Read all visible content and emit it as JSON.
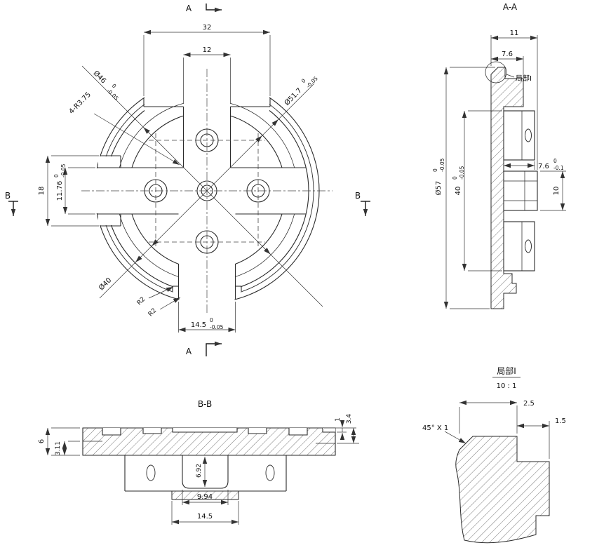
{
  "front": {
    "marker_top": "A",
    "marker_bottom": "A",
    "marker_left": "B",
    "marker_right": "B",
    "dim_32": "32",
    "dim_12": "12",
    "dim_14_5": "14.5",
    "dim_14_5_tu": "0",
    "dim_14_5_tl": "-0.05",
    "dim_18": "18",
    "dim_11_76": "11.76",
    "dim_11_76_tu": "0",
    "dim_11_76_tl": "-0.05",
    "dia_46": "Ø46",
    "dia_46_tu": "0",
    "dia_46_tl": "-0.05",
    "dia_51_7": "Ø51.7",
    "dia_51_7_tu": "0",
    "dia_51_7_tl": "-0.05",
    "dia_40": "Ø40",
    "fillet_note": "4-R3.75",
    "r2_a": "R2",
    "r2_b": "R2"
  },
  "section_aa": {
    "title": "A-A",
    "dim_11": "11",
    "dim_7_6_top": "7.6",
    "detail_label": "局部I",
    "dia_57": "Ø57",
    "dia_57_tu": "0",
    "dia_57_tl": "-0.05",
    "dim_40": "40",
    "dim_40_tu": "0",
    "dim_40_tl": "-0.05",
    "dim_7_6_side": "7.6",
    "dim_7_6_side_tu": "0",
    "dim_7_6_side_tl": "-0.1",
    "dim_10": "10"
  },
  "section_bb": {
    "title": "B-B",
    "dim_6": "6",
    "dim_3_11": "3.11",
    "dim_1": "1",
    "dim_3_4": "3.4",
    "dim_6_92": "6.92",
    "dim_9_94": "9.94",
    "dim_14_5": "14.5"
  },
  "detail": {
    "title": "局部I",
    "scale": "10 : 1",
    "dim_2_5": "2.5",
    "dim_1_5": "1.5",
    "chamfer_note": "45° X 1"
  }
}
